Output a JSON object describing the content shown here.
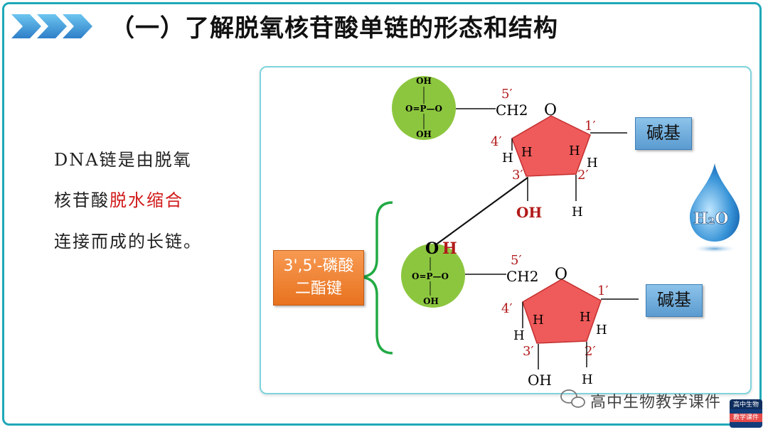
{
  "slide": {
    "title": "（一）了解脱氧核苷酸单链的形态和结构",
    "paragraph": {
      "line1": "DNA链是由脱氧",
      "line2_prefix": "核苷酸",
      "line2_highlight": "脱水缩合",
      "line3": "连接而成的长链。"
    },
    "bond_label": {
      "line1": "3',5'-磷酸",
      "line2": "二酯键"
    },
    "base_label": "碱基",
    "water_label": "H₂O",
    "watermark": "高中生物教学课件",
    "logo_text": {
      "top": "高中生物",
      "bottom": "教学课件"
    }
  },
  "diagram": {
    "phosphate": {
      "oh": "OH",
      "o": "O",
      "p": "P",
      "eq": "O=P—O"
    },
    "nucleotide_top": {
      "ch2": "CH2",
      "ring_o": "O",
      "carbons": [
        "1′",
        "2′",
        "3′",
        "4′",
        "5′"
      ],
      "hydrogens": "H",
      "oh_3": "OH"
    },
    "nucleotide_bottom": {
      "ch2": "CH2",
      "ring_o": "O",
      "carbons": [
        "1′",
        "2′",
        "3′",
        "4′",
        "5′"
      ],
      "hydrogens": "H",
      "oh_3": "OH",
      "link_o": "O",
      "link_h": "H"
    }
  },
  "colors": {
    "accent": "#1fa8b8",
    "highlight": "#d11a1a",
    "phosphate": "#8cc63f",
    "sugar": "#ee5555",
    "carbon_label": "#b21a1a"
  }
}
